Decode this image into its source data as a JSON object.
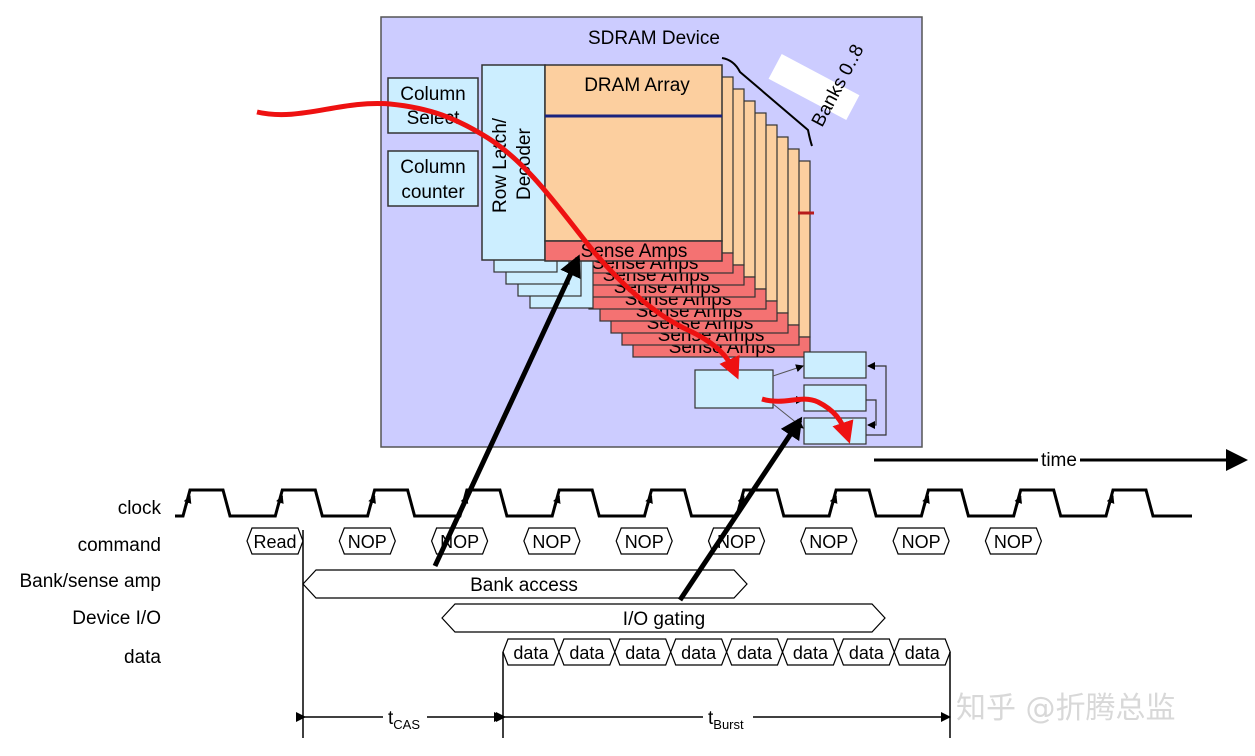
{
  "device": {
    "title": "SDRAM Device",
    "column_select": [
      "Column",
      "Select"
    ],
    "column_counter": [
      "Column",
      "counter"
    ],
    "row_decoder": [
      "Row Latch/",
      "Decoder"
    ],
    "array_label": "DRAM Array",
    "banks_label": "Banks 0..8",
    "sense_amps": "Sense Amps"
  },
  "timeline": {
    "time_label": "time",
    "signals": [
      "clock",
      "command",
      "Bank/sense amp",
      "Device I/O",
      "data"
    ],
    "commands": [
      "Read",
      "NOP",
      "NOP",
      "NOP",
      "NOP",
      "NOP",
      "NOP",
      "NOP",
      "NOP"
    ],
    "bank_access": "Bank access",
    "io_gating": "I/O gating",
    "data_words": [
      "data",
      "data",
      "data",
      "data",
      "data",
      "data",
      "data",
      "data"
    ],
    "t_cas": {
      "base": "t",
      "sub": "CAS"
    },
    "t_burst": {
      "base": "t",
      "sub": "Burst"
    }
  },
  "watermark": "知乎 @折腾总监",
  "colors": {
    "device_bg": "#ccccff",
    "array": "#fccf9f",
    "sense_amp": "#f47272",
    "light_box": "#cceeff",
    "data_path": "#ee1111"
  }
}
